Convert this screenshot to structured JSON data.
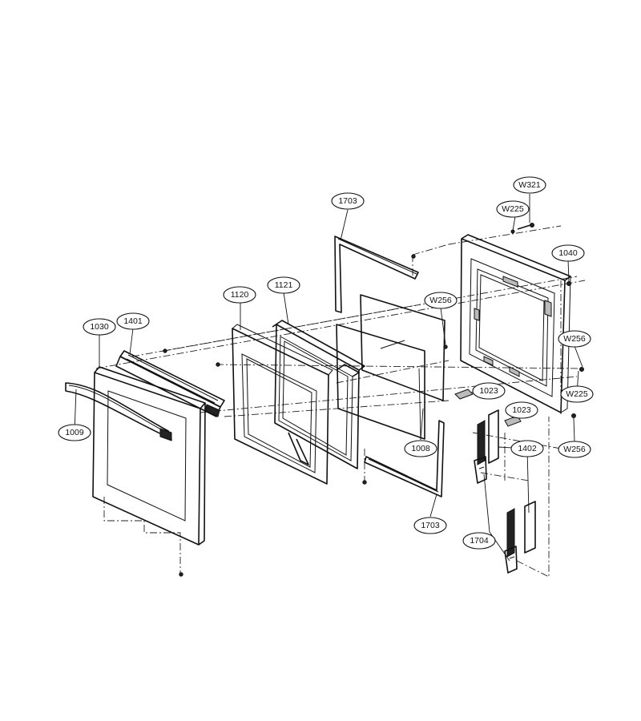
{
  "callouts": {
    "c1703_top": "1703",
    "cW321": "W321",
    "cW225_top": "W225",
    "c1040": "1040",
    "c1120": "1120",
    "c1121": "1121",
    "cW256_mid": "W256",
    "c1030": "1030",
    "c1401": "1401",
    "cW256_right": "W256",
    "c1023_a": "1023",
    "cW225_right": "W225",
    "c1023_b": "1023",
    "c1009": "1009",
    "c1008": "1008",
    "c1402": "1402",
    "cW256_bottom": "W256",
    "c1703_bottom": "1703",
    "c1704": "1704"
  }
}
